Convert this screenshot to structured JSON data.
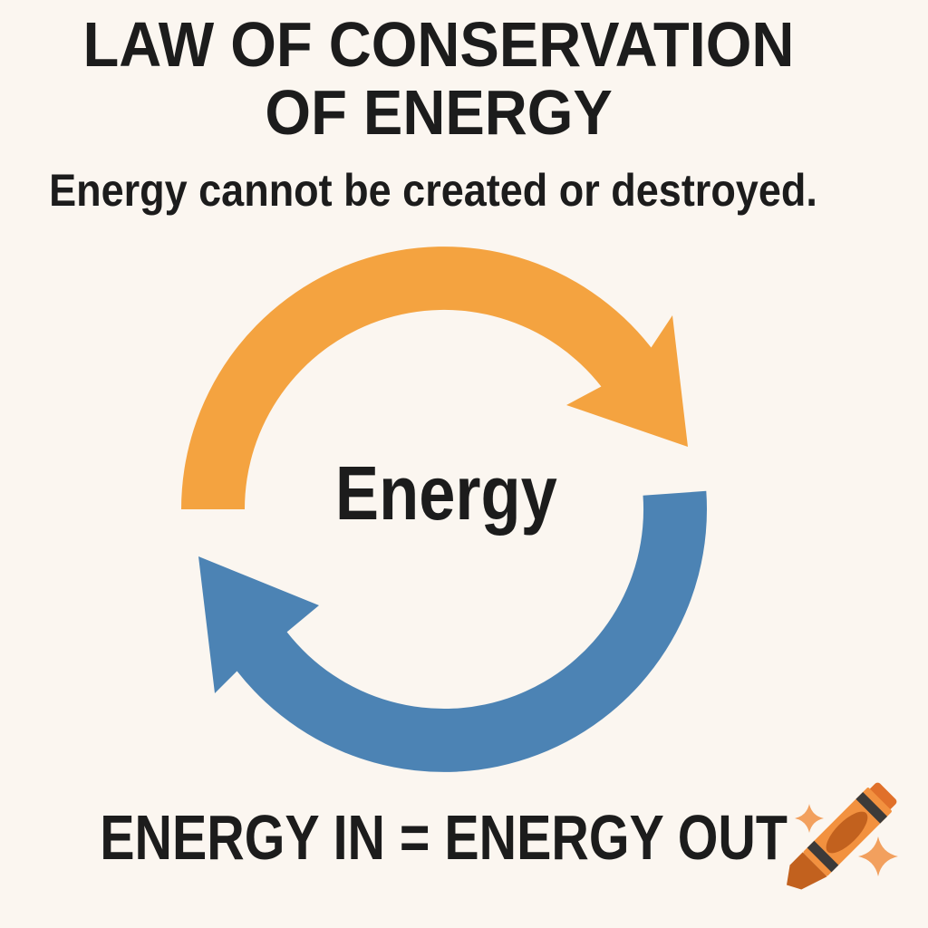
{
  "title": {
    "line1": "LAW OF CONSERVATION",
    "line2": "OF ENERGY"
  },
  "subtitle": "Energy cannot be created or destroyed.",
  "diagram": {
    "center_label": "Energy",
    "top_arrow_direction": "clockwise-over-top",
    "bottom_arrow_direction": "clockwise-under-bottom"
  },
  "equation": "ENERGY IN = ENERGY OUT",
  "colors": {
    "background": "#FBF6F0",
    "text": "#1C1C1C",
    "arrow_top": "#F4A340",
    "arrow_bottom": "#4C83B4",
    "crayon_body": "#F2913F",
    "crayon_dark": "#C2611E",
    "crayon_band": "#3C3A39",
    "crayon_cap": "#E0702A",
    "sparkle": "#F2A05E"
  }
}
